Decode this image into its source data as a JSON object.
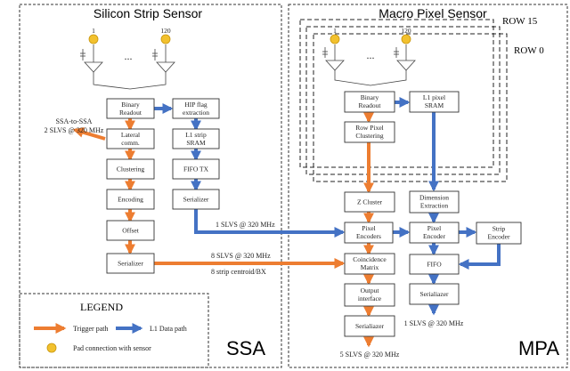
{
  "colors": {
    "trigger": "#ed7d31",
    "l1": "#4472c4",
    "pad": "#f2c12e"
  },
  "ssa": {
    "title": "Silicon Strip Sensor",
    "name": "SSA",
    "pad_labels": [
      "1",
      "120"
    ],
    "dots": "...",
    "blocks": {
      "binary_readout": [
        "Binary",
        "Readout"
      ],
      "hip_flag": [
        "HIP flag",
        "extraction"
      ],
      "lateral": [
        "Lateral",
        "comm."
      ],
      "l1_strip": [
        "L1 strip",
        "SRAM"
      ],
      "clustering": [
        "Clustering"
      ],
      "fifo_tx": [
        "FIFO TX"
      ],
      "encoding": [
        "Encoding"
      ],
      "serializer_r": [
        "Serializer"
      ],
      "offset": [
        "Offset"
      ],
      "serializer_l": [
        "Serializer"
      ]
    },
    "ssa_to_ssa": [
      "SSA-to-SSA",
      "2 SLVS @ 320 MHz"
    ]
  },
  "mpa": {
    "title": "Macro Pixel Sensor",
    "name": "MPA",
    "row_top": "ROW 15",
    "row_bottom": "ROW 0",
    "pad_labels": [
      "1",
      "120"
    ],
    "dots": "...",
    "blocks": {
      "binary_readout": [
        "Binary",
        "Readout"
      ],
      "l1_pixel": [
        "L1 pixel",
        "SRAM"
      ],
      "row_pixel": [
        "Row Pixel",
        "Clustering"
      ],
      "z_cluster": [
        "Z Cluster"
      ],
      "dimension": [
        "Dimension",
        "Extraction"
      ],
      "pixel_encoders": [
        "Pixel",
        "Encoders"
      ],
      "pixel_encoder": [
        "Pixel",
        "Encoder"
      ],
      "strip_encoder": [
        "Strip",
        "Encoder"
      ],
      "coincidence": [
        "Coincidence",
        "Matrix"
      ],
      "fifo": [
        "FIFO"
      ],
      "output_interface": [
        "Output",
        "interface"
      ],
      "serializer_r": [
        "Serialiazer"
      ],
      "serializer_l": [
        "Serialiazer"
      ]
    }
  },
  "links": {
    "l1_link": "1 SLVS @ 320 MHz",
    "trig_link": "8 SLVS @ 320 MHz",
    "trig_link_sub": "8 strip centroid/BX",
    "mpa_l1_out": "1 SLVS @ 320 MHz",
    "mpa_trig_out": "5 SLVS @ 320 MHz"
  },
  "legend": {
    "title": "LEGEND",
    "trigger": "Trigger path",
    "l1": "L1 Data path",
    "pad": "Pad connection with sensor"
  }
}
